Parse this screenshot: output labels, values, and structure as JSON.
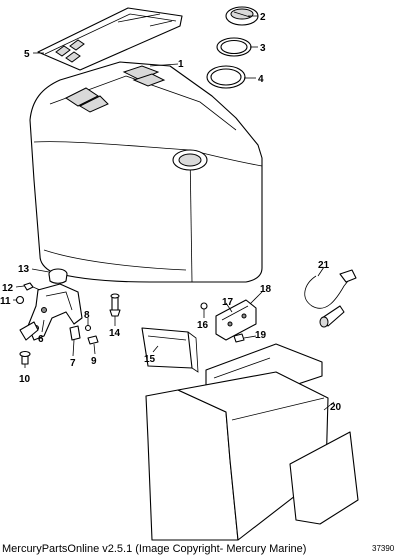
{
  "footer": {
    "text": "MercuryPartsOnline v2.5.1 (Image Copyright- Mercury Marine)"
  },
  "drawing_number": "37390",
  "callouts": [
    "1",
    "2",
    "3",
    "4",
    "5",
    "6",
    "7",
    "8",
    "9",
    "10",
    "11",
    "12",
    "13",
    "14",
    "15",
    "16",
    "17",
    "18",
    "19",
    "20",
    "21"
  ]
}
